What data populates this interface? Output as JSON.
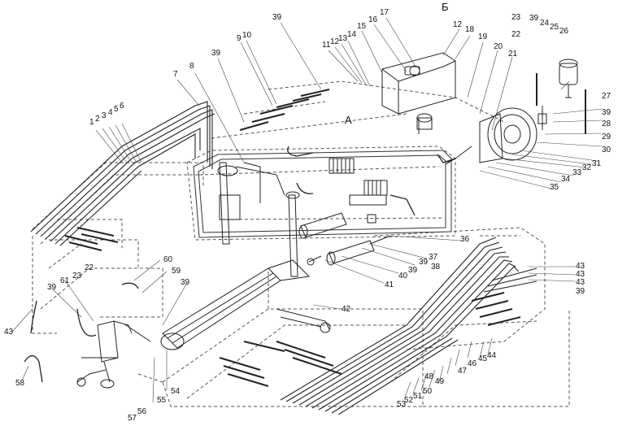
{
  "view_letters": [
    "А",
    "Б"
  ],
  "callouts": [
    "1",
    "2",
    "3",
    "4",
    "5",
    "6",
    "7",
    "8",
    "9",
    "10",
    "39",
    "39",
    "11",
    "12",
    "13",
    "14",
    "15",
    "16",
    "17",
    "12",
    "18",
    "19",
    "20",
    "21",
    "23",
    "39",
    "24",
    "25",
    "26",
    "22",
    "27",
    "39",
    "28",
    "29",
    "30",
    "31",
    "32",
    "33",
    "34",
    "35",
    "36",
    "37",
    "39",
    "38",
    "40",
    "39",
    "41",
    "42",
    "43",
    "43",
    "43",
    "39",
    "60",
    "59",
    "22",
    "23",
    "61",
    "39",
    "39",
    "43",
    "58",
    "57",
    "56",
    "55",
    "54",
    "53",
    "52",
    "51",
    "50",
    "48",
    "49",
    "47",
    "46",
    "45",
    "44"
  ]
}
